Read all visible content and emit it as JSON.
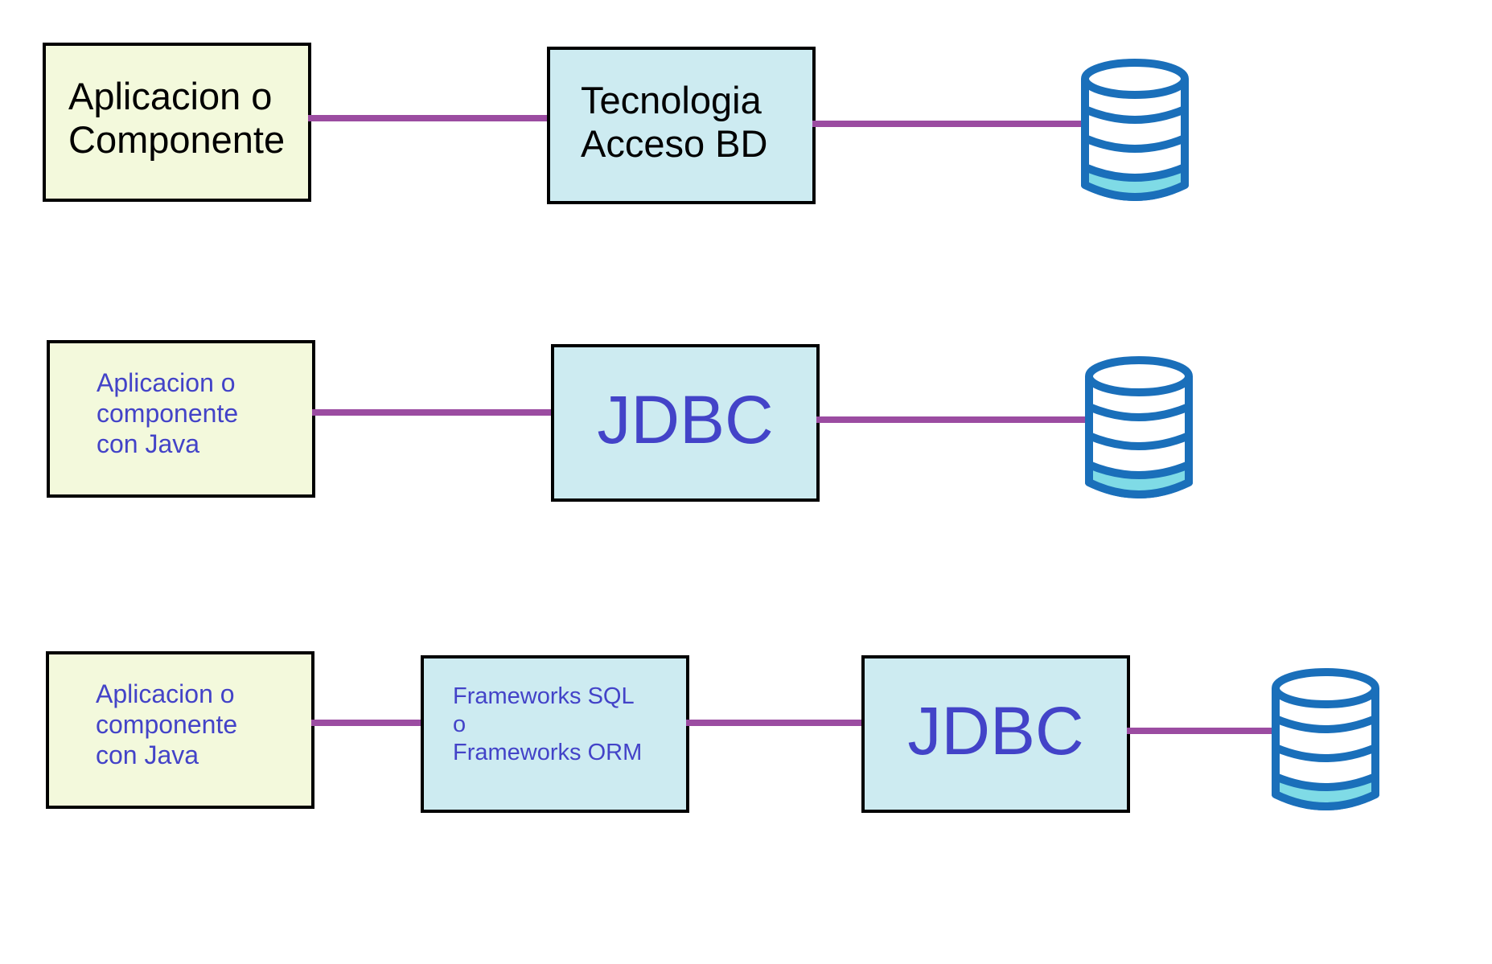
{
  "colors": {
    "app_box_fill": "#f3f9dc",
    "tech_box_fill": "#cdebf1",
    "box_border": "#000000",
    "connector": "#9b4ca1",
    "label_dark": "#000000",
    "label_blue": "#4343c8",
    "db_stroke": "#1a6fba",
    "db_fill_bottom": "#7fdbe6"
  },
  "row1": {
    "app_label": "Aplicacion o\nComponente",
    "tech_label": "Tecnologia\nAcceso BD",
    "db_icon": "database-icon"
  },
  "row2": {
    "app_label": "Aplicacion o\ncomponente\ncon Java",
    "tech_label": "JDBC",
    "db_icon": "database-icon"
  },
  "row3": {
    "app_label": "Aplicacion o\ncomponente\ncon Java",
    "framework_label": "Frameworks SQL\no\nFrameworks ORM",
    "tech_label": "JDBC",
    "db_icon": "database-icon"
  }
}
